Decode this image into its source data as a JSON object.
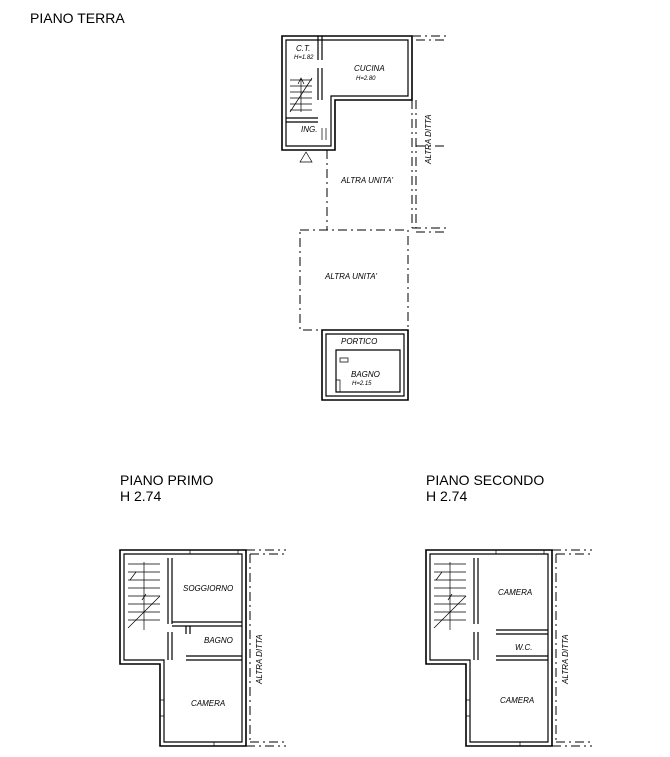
{
  "ground_floor": {
    "title": "PIANO TERRA",
    "rooms": {
      "ct": "C.T.",
      "ct_height": "H=1.82",
      "cucina": "CUCINA",
      "cucina_height": "H=2.80",
      "ingresso": "ING.",
      "altra_unita_1": "ALTRA UNITA'",
      "altra_unita_2": "ALTRA UNITA'",
      "portico": "PORTICO",
      "bagno": "BAGNO",
      "bagno_height": "H=2.15",
      "altra_ditta": "ALTRA DITTA"
    }
  },
  "first_floor": {
    "title": "PIANO PRIMO",
    "height": "H 2.74",
    "rooms": {
      "soggiorno": "SOGGIORNO",
      "bagno": "BAGNO",
      "camera": "CAMERA",
      "altra_ditta": "ALTRA DITTA"
    }
  },
  "second_floor": {
    "title": "PIANO SECONDO",
    "height": "H 2.74",
    "rooms": {
      "camera_top": "CAMERA",
      "wc": "W.C.",
      "camera_bottom": "CAMERA",
      "altra_ditta": "ALTRA DITTA"
    }
  }
}
